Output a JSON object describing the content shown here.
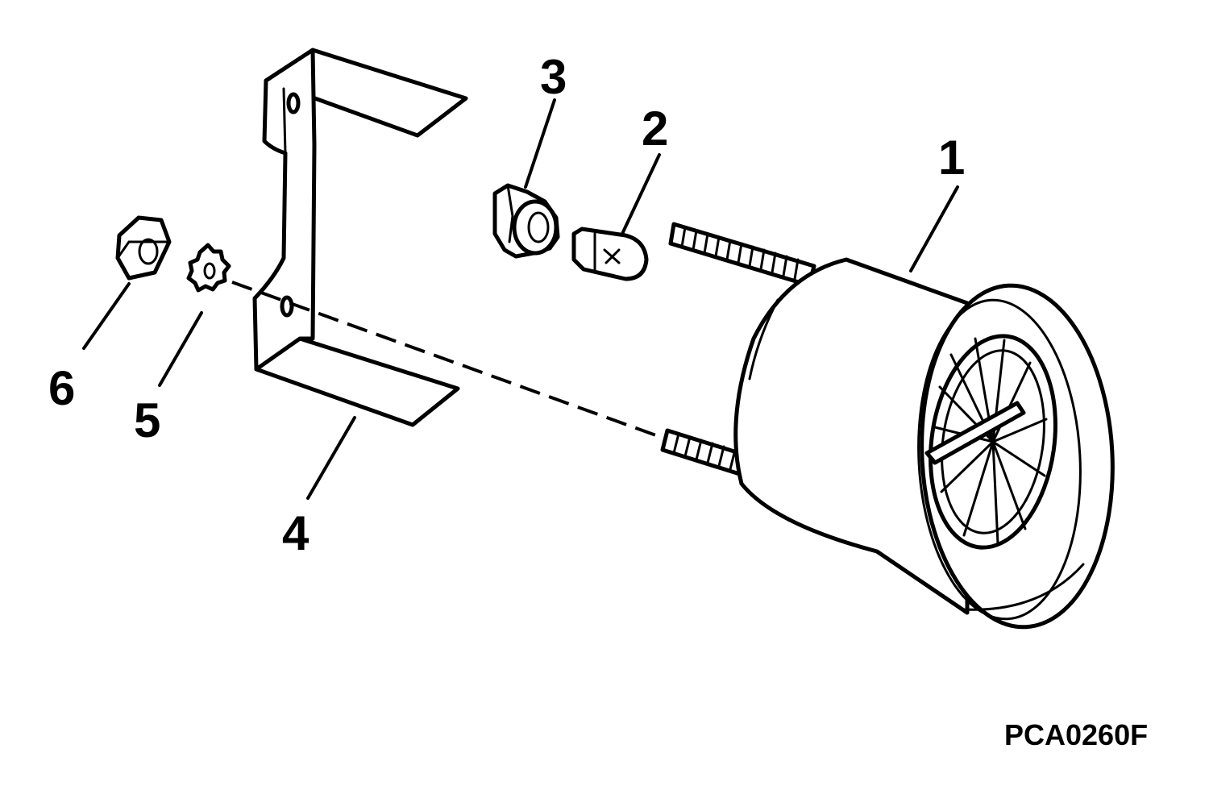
{
  "callouts": {
    "c1": "1",
    "c2": "2",
    "c3": "3",
    "c4": "4",
    "c5": "5",
    "c6": "6"
  },
  "figure_id": "PCA0260F",
  "colors": {
    "line": "#000000",
    "background": "#ffffff"
  }
}
